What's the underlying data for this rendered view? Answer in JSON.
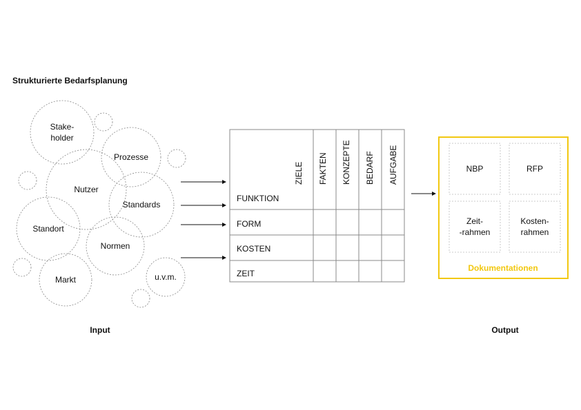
{
  "title": "Strukturierte Bedarfsplanung",
  "input": {
    "label": "Input",
    "bubbles": [
      {
        "id": "stakeholder",
        "lines": [
          "Stake-",
          "holder"
        ]
      },
      {
        "id": "prozesse",
        "lines": [
          "Prozesse"
        ]
      },
      {
        "id": "nutzer",
        "lines": [
          "Nutzer"
        ]
      },
      {
        "id": "standards",
        "lines": [
          "Standards"
        ]
      },
      {
        "id": "standort",
        "lines": [
          "Standort"
        ]
      },
      {
        "id": "normen",
        "lines": [
          "Normen"
        ]
      },
      {
        "id": "markt",
        "lines": [
          "Markt"
        ]
      },
      {
        "id": "uvm",
        "lines": [
          "u.v.m."
        ]
      }
    ]
  },
  "matrix": {
    "columns": [
      "ZIELE",
      "FAKTEN",
      "KONZEPTE",
      "BEDARF",
      "AUFGABE"
    ],
    "rows": [
      "FUNKTION",
      "FORM",
      "KOSTEN",
      "ZEIT"
    ]
  },
  "output": {
    "label": "Output",
    "group_label": "Dokumentationen",
    "items": [
      {
        "id": "nbp",
        "lines": [
          "NBP"
        ]
      },
      {
        "id": "rfp",
        "lines": [
          "RFP"
        ]
      },
      {
        "id": "zeitrahmen",
        "lines": [
          "Zeit-",
          "-rahmen"
        ]
      },
      {
        "id": "kostenrahmen",
        "lines": [
          "Kosten-",
          "rahmen"
        ]
      }
    ]
  },
  "colors": {
    "accent": "#f2c811",
    "line": "#888888",
    "text": "#111111"
  }
}
